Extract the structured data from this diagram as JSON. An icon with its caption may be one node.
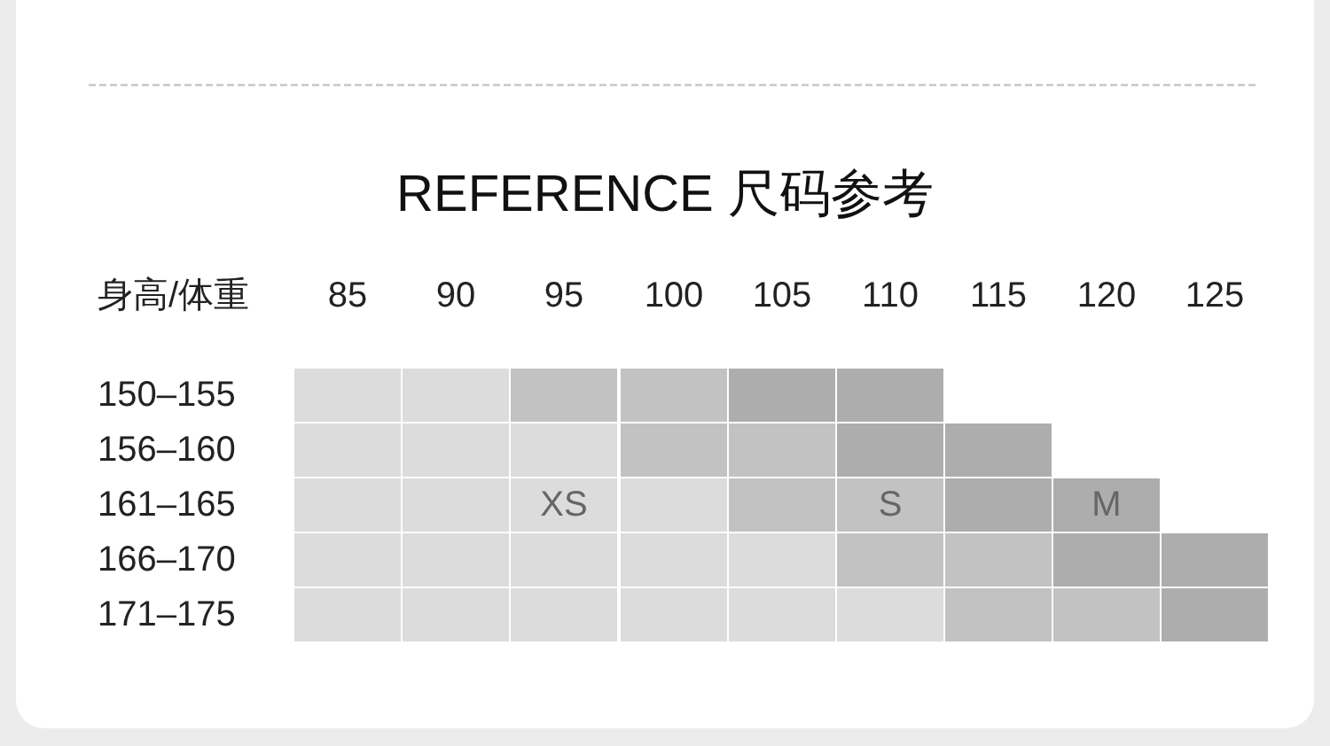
{
  "diagram": {
    "title": "REFERENCE 尺码参考",
    "labels": [
      "身高/体重",
      "85",
      "90",
      "95",
      "100",
      "105",
      "110",
      "115",
      "120",
      "125",
      "150–155",
      "156–160",
      "161–165",
      "XS",
      "S",
      "M",
      "166–170",
      "171–175"
    ]
  }
}
